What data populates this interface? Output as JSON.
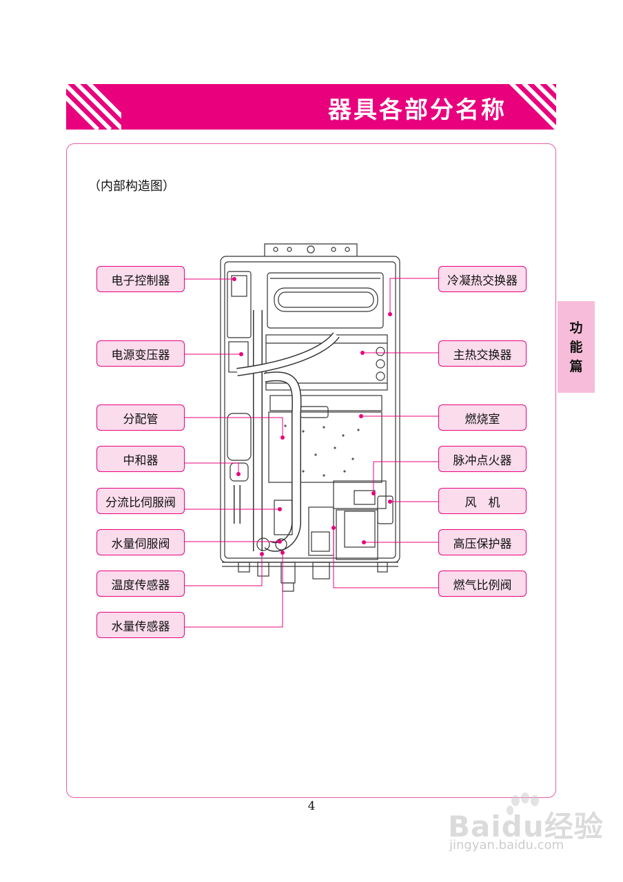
{
  "header": {
    "title": "器具各部分名称"
  },
  "subtitle": "（内部构造图）",
  "side_tab": {
    "chars": [
      "功",
      "能",
      "篇"
    ]
  },
  "labels_left": [
    "电子控制器",
    "电源变压器",
    "分配管",
    "中和器",
    "分流比伺服阀",
    "水量伺服阀",
    "温度传感器",
    "水量传感器"
  ],
  "labels_right": [
    "冷凝热交换器",
    "主热交换器",
    "燃烧室",
    "脉冲点火器",
    "风　机",
    "高压保护器",
    "燃气比例阀"
  ],
  "page_number": "4",
  "watermark": {
    "brand": "Baidu经验",
    "url": "jingyan.baidu.com"
  },
  "colors": {
    "accent": "#e8007d",
    "label_fill": "#fadcec",
    "tab_fill": "#f7bcd9"
  }
}
